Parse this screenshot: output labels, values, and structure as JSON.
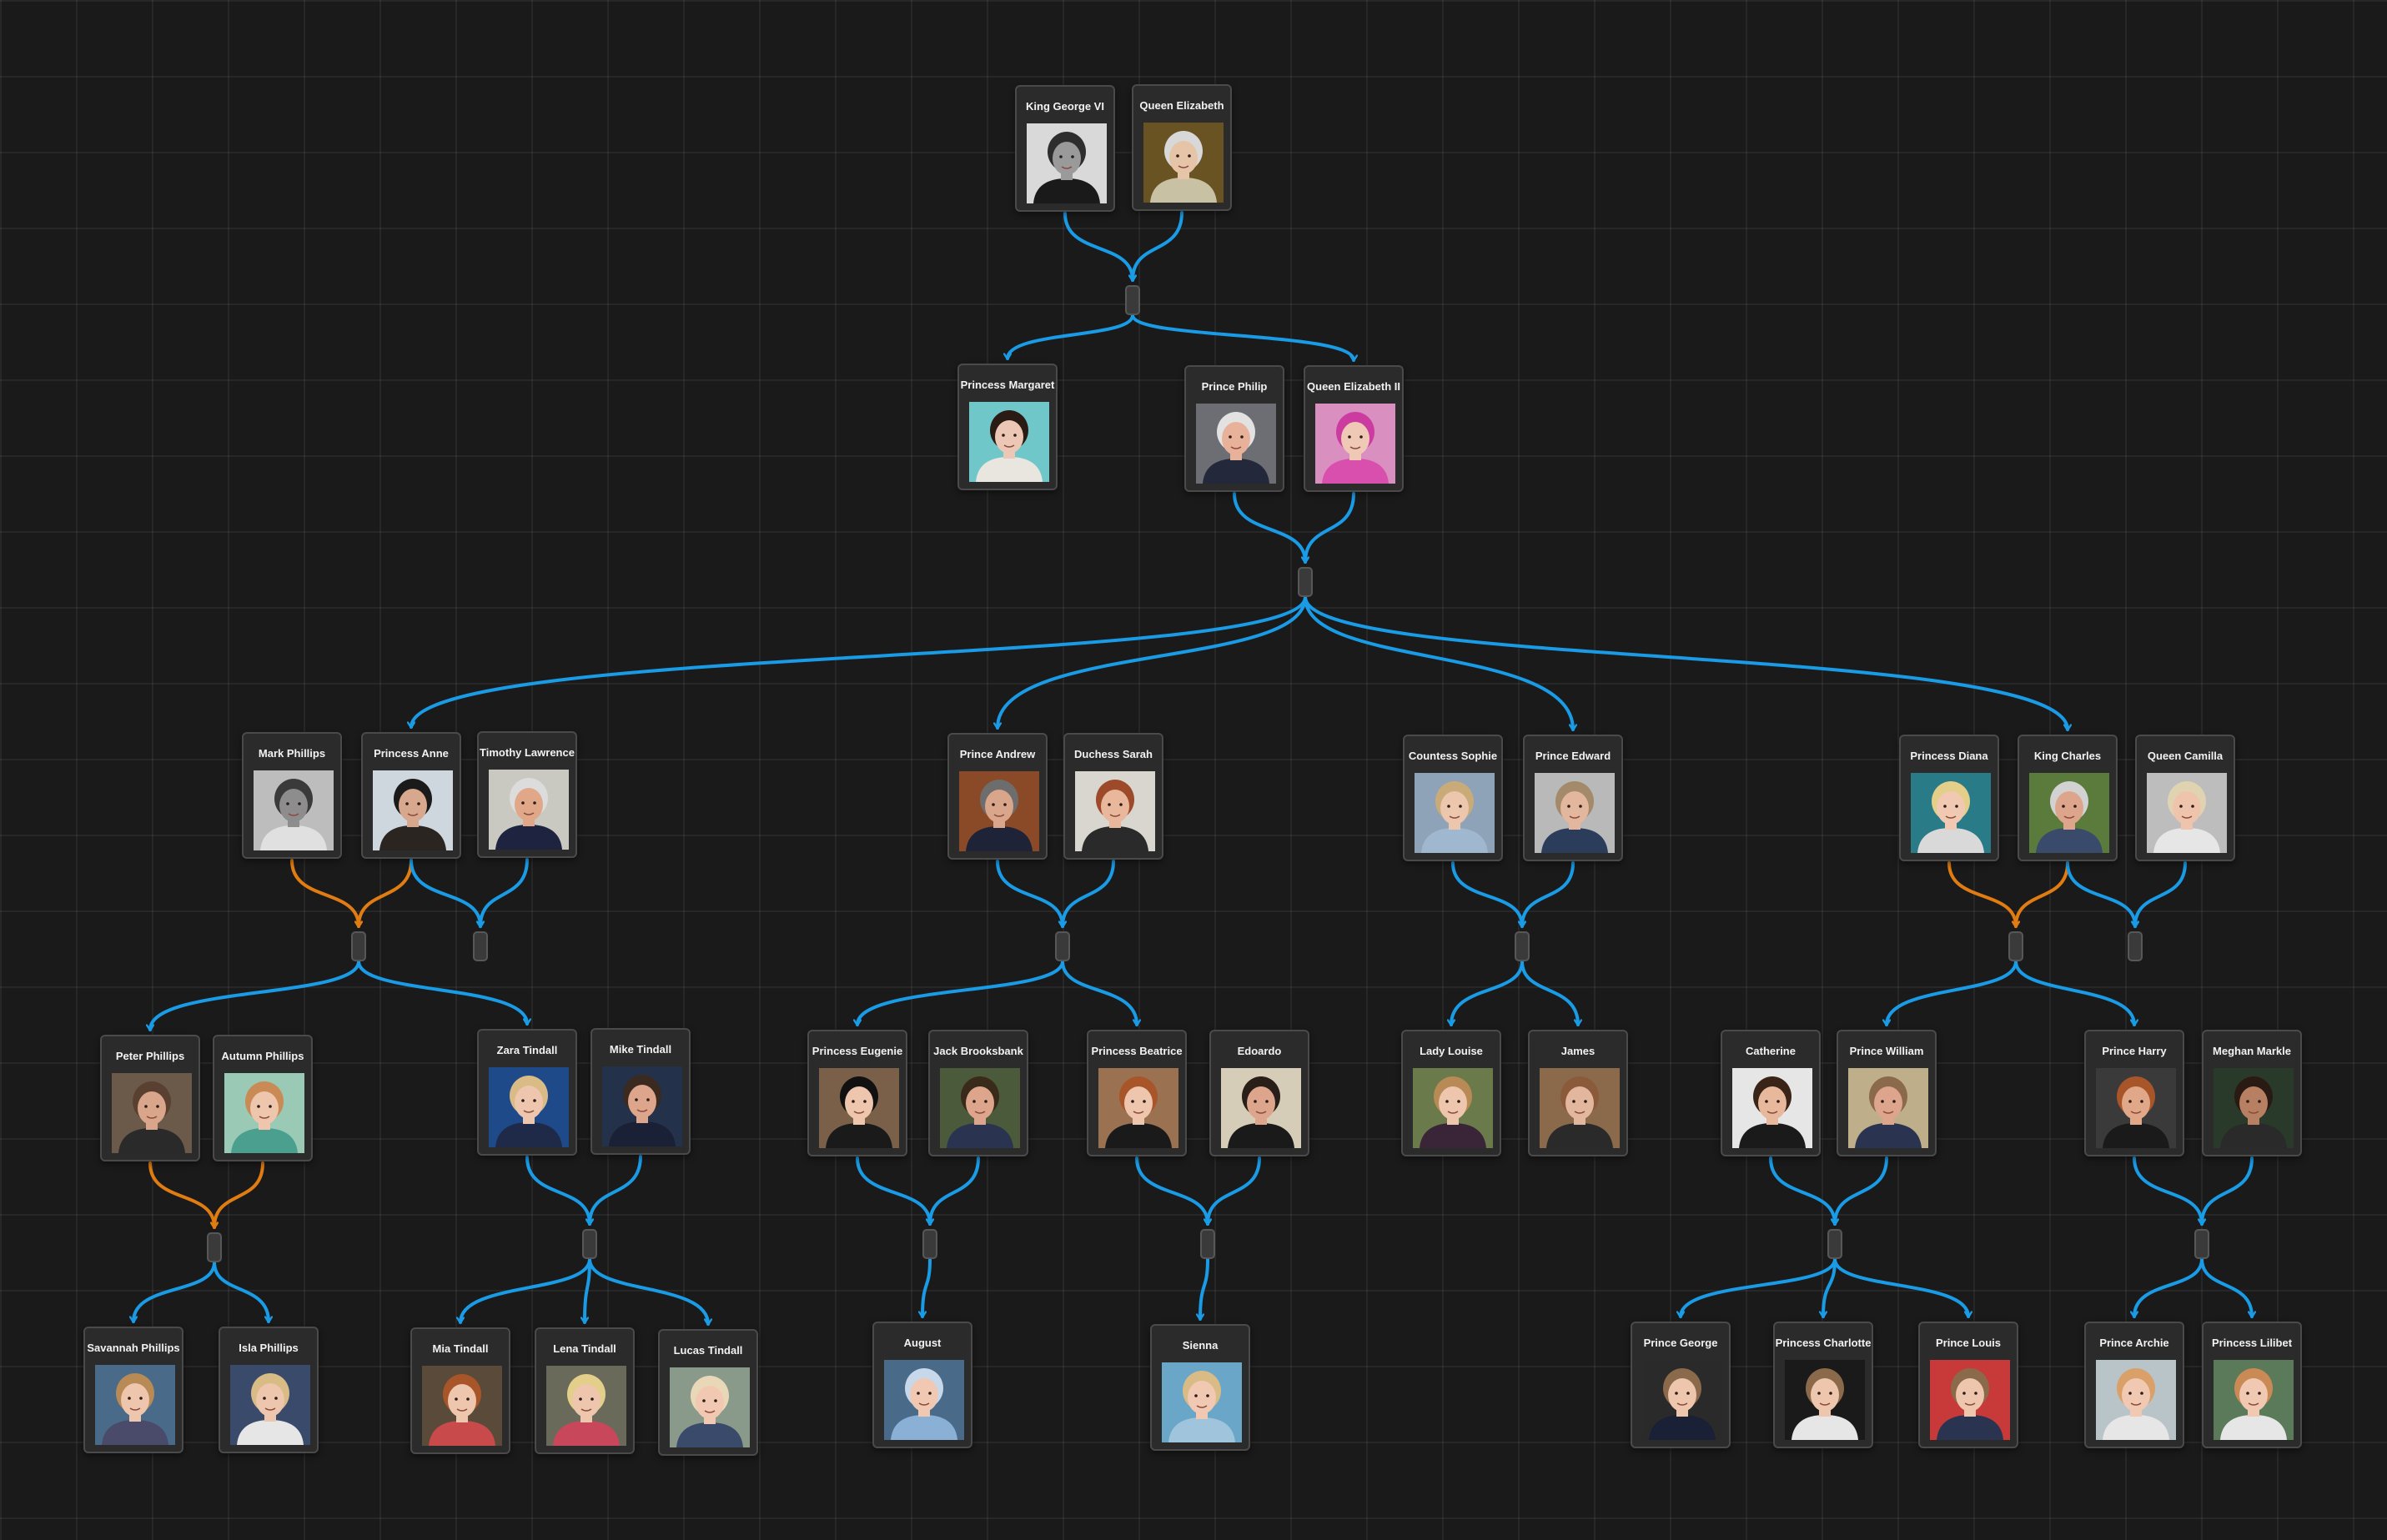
{
  "colors": {
    "background": "#1a1a1a",
    "descent_edge": "#1a9be6",
    "former_union_edge": "#e07c12",
    "node_fill": "#2b2b2b"
  },
  "people": {
    "george6": {
      "name": "King George VI",
      "photo": "portrait-photo",
      "tones": {
        "bg": "#d9d9d9",
        "skin": "#9a9a9a",
        "hair": "#2e2e2e",
        "cloth": "#1a1a1a"
      }
    },
    "qmum": {
      "name": "Queen Elizabeth",
      "photo": "portrait-photo",
      "tones": {
        "bg": "#6a5322",
        "skin": "#e6c4a8",
        "hair": "#d8d8d8",
        "cloth": "#c9c1a4"
      }
    },
    "margaret": {
      "name": "Princess Margaret",
      "photo": "portrait-photo",
      "tones": {
        "bg": "#6fc7c9",
        "skin": "#ecc7b5",
        "hair": "#2a1b14",
        "cloth": "#e9e6e0"
      }
    },
    "philip": {
      "name": "Prince Philip",
      "photo": "portrait-photo",
      "tones": {
        "bg": "#6d6d74",
        "skin": "#e7b19a",
        "hair": "#e2e2e2",
        "cloth": "#23283a"
      }
    },
    "eliz2": {
      "name": "Queen Elizabeth II",
      "photo": "portrait-photo",
      "tones": {
        "bg": "#d98fc0",
        "skin": "#f0c9b6",
        "hair": "#cc3b9f",
        "cloth": "#d84fae"
      }
    },
    "mark": {
      "name": "Mark Phillips",
      "photo": "portrait-photo",
      "tones": {
        "bg": "#bdbdbd",
        "skin": "#8d8d8d",
        "hair": "#3a3a3a",
        "cloth": "#e0e0e0"
      }
    },
    "anne": {
      "name": "Princess Anne",
      "photo": "portrait-photo",
      "tones": {
        "bg": "#cfd7de",
        "skin": "#d8a88e",
        "hair": "#1a1a1a",
        "cloth": "#2b2521"
      }
    },
    "timothy": {
      "name": "Timothy Lawrence",
      "photo": "portrait-photo",
      "tones": {
        "bg": "#c9c9c2",
        "skin": "#e0a888",
        "hair": "#dcdcdc",
        "cloth": "#1e2440"
      }
    },
    "andrew": {
      "name": "Prince Andrew",
      "photo": "portrait-photo",
      "tones": {
        "bg": "#8a4a28",
        "skin": "#d9a58b",
        "hair": "#6d6d6d",
        "cloth": "#1e2338"
      }
    },
    "sarah": {
      "name": "Duchess Sarah",
      "photo": "portrait-photo",
      "tones": {
        "bg": "#d9d5cf",
        "skin": "#e9b89c",
        "hair": "#9c4a2a",
        "cloth": "#2a2a2a"
      }
    },
    "sophie": {
      "name": "Countess Sophie",
      "photo": "portrait-photo",
      "tones": {
        "bg": "#8fa3b8",
        "skin": "#ecc6ad",
        "hair": "#c9ab7a",
        "cloth": "#9fb7cf"
      }
    },
    "edward": {
      "name": "Prince Edward",
      "photo": "portrait-photo",
      "tones": {
        "bg": "#b9b9b9",
        "skin": "#e3b69e",
        "hair": "#a28a6a",
        "cloth": "#2b3d5a"
      }
    },
    "diana": {
      "name": "Princess Diana",
      "photo": "portrait-photo",
      "tones": {
        "bg": "#2a7b88",
        "skin": "#f1c9b2",
        "hair": "#e3cf8a",
        "cloth": "#d9d9d9"
      }
    },
    "charles": {
      "name": "King Charles",
      "photo": "portrait-photo",
      "tones": {
        "bg": "#5b7b3c",
        "skin": "#dca58c",
        "hair": "#d2d2d2",
        "cloth": "#3a4a6a"
      }
    },
    "camilla": {
      "name": "Queen Camilla",
      "photo": "portrait-photo",
      "tones": {
        "bg": "#bdbdbd",
        "skin": "#eec5ac",
        "hair": "#e0d3b2",
        "cloth": "#e6e6e6"
      }
    },
    "peter": {
      "name": "Peter Phillips",
      "photo": "portrait-photo",
      "tones": {
        "bg": "#6b5a4a",
        "skin": "#d9a58b",
        "hair": "#5a4030",
        "cloth": "#2a2a2a"
      }
    },
    "autumn": {
      "name": "Autumn Phillips",
      "photo": "portrait-photo",
      "tones": {
        "bg": "#9ac9b6",
        "skin": "#eec5ad",
        "hair": "#c98a55",
        "cloth": "#4a9f8e"
      }
    },
    "zara": {
      "name": "Zara Tindall",
      "photo": "portrait-photo",
      "tones": {
        "bg": "#1f4a8a",
        "skin": "#eec5ad",
        "hair": "#d9bb86",
        "cloth": "#1e2a48"
      }
    },
    "mike": {
      "name": "Mike Tindall",
      "photo": "portrait-photo",
      "tones": {
        "bg": "#24314a",
        "skin": "#dca58c",
        "hair": "#3a2a20",
        "cloth": "#1a2035"
      }
    },
    "eugenie": {
      "name": "Princess Eugenie",
      "photo": "portrait-photo",
      "tones": {
        "bg": "#7a6048",
        "skin": "#eec5ad",
        "hair": "#111111",
        "cloth": "#1a1a1a"
      }
    },
    "jack": {
      "name": "Jack Brooksbank",
      "photo": "portrait-photo",
      "tones": {
        "bg": "#4a5a3a",
        "skin": "#dca58c",
        "hair": "#3a2a1a",
        "cloth": "#2a3450"
      }
    },
    "beatrice": {
      "name": "Princess Beatrice",
      "photo": "portrait-photo",
      "tones": {
        "bg": "#9a7252",
        "skin": "#eec5ad",
        "hair": "#a8552a",
        "cloth": "#1a1a1a"
      }
    },
    "edoardo": {
      "name": "Edoardo",
      "photo": "portrait-photo",
      "tones": {
        "bg": "#d6cdb8",
        "skin": "#dca58c",
        "hair": "#2a1f18",
        "cloth": "#1a1a1a"
      }
    },
    "louise": {
      "name": "Lady Louise",
      "photo": "portrait-photo",
      "tones": {
        "bg": "#6a7a4a",
        "skin": "#eec5ad",
        "hair": "#b88a55",
        "cloth": "#3a2438"
      }
    },
    "james": {
      "name": "James",
      "photo": "portrait-photo",
      "tones": {
        "bg": "#8a6a4a",
        "skin": "#e3b69e",
        "hair": "#8a5a3a",
        "cloth": "#2a2a2a"
      }
    },
    "catherine": {
      "name": "Catherine",
      "photo": "portrait-photo",
      "tones": {
        "bg": "#e6e6e6",
        "skin": "#e8b89c",
        "hair": "#3a2418",
        "cloth": "#1a1a1a"
      }
    },
    "william": {
      "name": "Prince William",
      "photo": "portrait-photo",
      "tones": {
        "bg": "#bfae8a",
        "skin": "#dca58c",
        "hair": "#8a6a4a",
        "cloth": "#2a3450"
      }
    },
    "harry": {
      "name": "Prince Harry",
      "photo": "portrait-photo",
      "tones": {
        "bg": "#3a3a3a",
        "skin": "#e0a888",
        "hair": "#a8552a",
        "cloth": "#1a1a1a"
      }
    },
    "meghan": {
      "name": "Meghan Markle",
      "photo": "portrait-photo",
      "tones": {
        "bg": "#2a3a2a",
        "skin": "#b88062",
        "hair": "#2a1a14",
        "cloth": "#2a2a2a"
      }
    },
    "savannah": {
      "name": "Savannah Phillips",
      "photo": "portrait-photo",
      "tones": {
        "bg": "#4a6a8a",
        "skin": "#eec5ad",
        "hair": "#b88a55",
        "cloth": "#4a4a6a"
      }
    },
    "isla": {
      "name": "Isla Phillips",
      "photo": "portrait-photo",
      "tones": {
        "bg": "#3a4a6a",
        "skin": "#eec5ad",
        "hair": "#d9bb86",
        "cloth": "#e6e6e6"
      }
    },
    "mia": {
      "name": "Mia Tindall",
      "photo": "portrait-photo",
      "tones": {
        "bg": "#5a4a3a",
        "skin": "#eec5ad",
        "hair": "#a8552a",
        "cloth": "#c84a4a"
      }
    },
    "lena": {
      "name": "Lena Tindall",
      "photo": "portrait-photo",
      "tones": {
        "bg": "#6a6a5a",
        "skin": "#eec5ad",
        "hair": "#e3cf8a",
        "cloth": "#c9475a"
      }
    },
    "lucas": {
      "name": "Lucas Tindall",
      "photo": "portrait-photo",
      "tones": {
        "bg": "#8a9a8a",
        "skin": "#f1c9b2",
        "hair": "#e9d8b8",
        "cloth": "#3a4a6a"
      }
    },
    "august": {
      "name": "August",
      "photo": "portrait-photo",
      "tones": {
        "bg": "#4a6a8a",
        "skin": "#f1c9b2",
        "hair": "#c6d8ea",
        "cloth": "#8ab0d6"
      }
    },
    "sienna": {
      "name": "Sienna",
      "photo": "portrait-photo",
      "tones": {
        "bg": "#6aa6c8",
        "skin": "#f1c9b2",
        "hair": "#d9bb86",
        "cloth": "#9fc4dc"
      }
    },
    "george": {
      "name": "Prince George",
      "photo": "portrait-photo",
      "tones": {
        "bg": "#2a2a2a",
        "skin": "#eec5ad",
        "hair": "#8a6a4a",
        "cloth": "#1a2035"
      }
    },
    "charlotte": {
      "name": "Princess Charlotte",
      "photo": "portrait-photo",
      "tones": {
        "bg": "#1a1a1a",
        "skin": "#eec5ad",
        "hair": "#8a6a4a",
        "cloth": "#e6e6e6"
      }
    },
    "louis": {
      "name": "Prince Louis",
      "photo": "portrait-photo",
      "tones": {
        "bg": "#c83a3a",
        "skin": "#eec5ad",
        "hair": "#8a6a4a",
        "cloth": "#2a3450"
      }
    },
    "archie": {
      "name": "Prince Archie",
      "photo": "portrait-photo",
      "tones": {
        "bg": "#b9c4c8",
        "skin": "#f1c9b2",
        "hair": "#d9a06a",
        "cloth": "#e6e6e6"
      }
    },
    "lilibet": {
      "name": "Princess Lilibet",
      "photo": "portrait-photo",
      "tones": {
        "bg": "#5a7a5a",
        "skin": "#f1c9b2",
        "hair": "#c98a55",
        "cloth": "#e6e6e6"
      }
    }
  },
  "unions": [
    {
      "id": "u-george6-qmum",
      "partners": [
        "george6",
        "qmum"
      ],
      "kind": "marriage",
      "children": [
        "margaret",
        "eliz2"
      ]
    },
    {
      "id": "u-philip-eliz2",
      "partners": [
        "philip",
        "eliz2"
      ],
      "kind": "marriage",
      "children": [
        "anne",
        "andrew",
        "edward",
        "charles"
      ]
    },
    {
      "id": "u-mark-anne",
      "partners": [
        "mark",
        "anne"
      ],
      "kind": "former",
      "children": [
        "peter",
        "zara"
      ]
    },
    {
      "id": "u-anne-timothy",
      "partners": [
        "anne",
        "timothy"
      ],
      "kind": "marriage",
      "children": []
    },
    {
      "id": "u-andrew-sarah",
      "partners": [
        "andrew",
        "sarah"
      ],
      "kind": "marriage",
      "children": [
        "eugenie",
        "beatrice"
      ]
    },
    {
      "id": "u-sophie-edward",
      "partners": [
        "sophie",
        "edward"
      ],
      "kind": "marriage",
      "children": [
        "louise",
        "james"
      ]
    },
    {
      "id": "u-diana-charles",
      "partners": [
        "diana",
        "charles"
      ],
      "kind": "former",
      "children": [
        "william",
        "harry"
      ]
    },
    {
      "id": "u-charles-camilla",
      "partners": [
        "charles",
        "camilla"
      ],
      "kind": "marriage",
      "children": []
    },
    {
      "id": "u-peter-autumn",
      "partners": [
        "peter",
        "autumn"
      ],
      "kind": "former",
      "children": [
        "savannah",
        "isla"
      ]
    },
    {
      "id": "u-zara-mike",
      "partners": [
        "zara",
        "mike"
      ],
      "kind": "marriage",
      "children": [
        "mia",
        "lena",
        "lucas"
      ]
    },
    {
      "id": "u-eugenie-jack",
      "partners": [
        "eugenie",
        "jack"
      ],
      "kind": "marriage",
      "children": [
        "august"
      ]
    },
    {
      "id": "u-beatrice-edoardo",
      "partners": [
        "beatrice",
        "edoardo"
      ],
      "kind": "marriage",
      "children": [
        "sienna"
      ]
    },
    {
      "id": "u-catherine-william",
      "partners": [
        "catherine",
        "william"
      ],
      "kind": "marriage",
      "children": [
        "george",
        "charlotte",
        "louis"
      ]
    },
    {
      "id": "u-harry-meghan",
      "partners": [
        "harry",
        "meghan"
      ],
      "kind": "marriage",
      "children": [
        "archie",
        "lilibet"
      ]
    }
  ]
}
